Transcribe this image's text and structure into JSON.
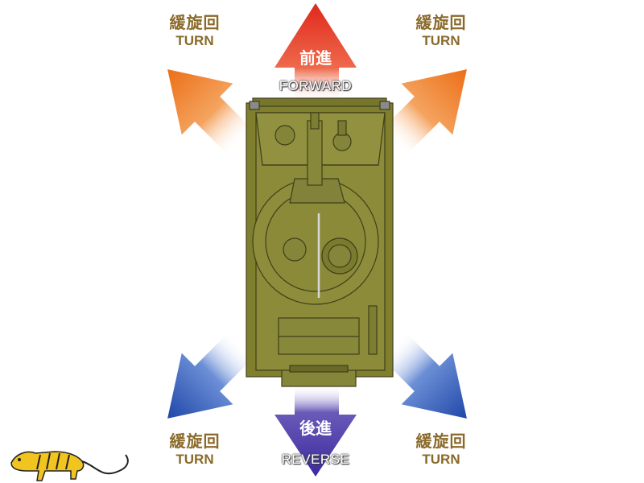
{
  "labels": {
    "forward_jp": "前進",
    "forward_en": "FORWARD",
    "reverse_jp": "後進",
    "reverse_en": "REVERSE",
    "turn_jp": "緩旋回",
    "turn_en": "TURN"
  },
  "colors": {
    "forward_arrow": "#e63b2e",
    "reverse_arrow": "#4a3aa8",
    "turn_arrow_top": "#ef7d22",
    "turn_arrow_bottom": "#2a55b0",
    "tank_body": "#8a8a35",
    "tank_outline": "#3f3f1a",
    "label_text": "#8a6a2a"
  },
  "icons": {
    "logo": "tiger-logo"
  }
}
